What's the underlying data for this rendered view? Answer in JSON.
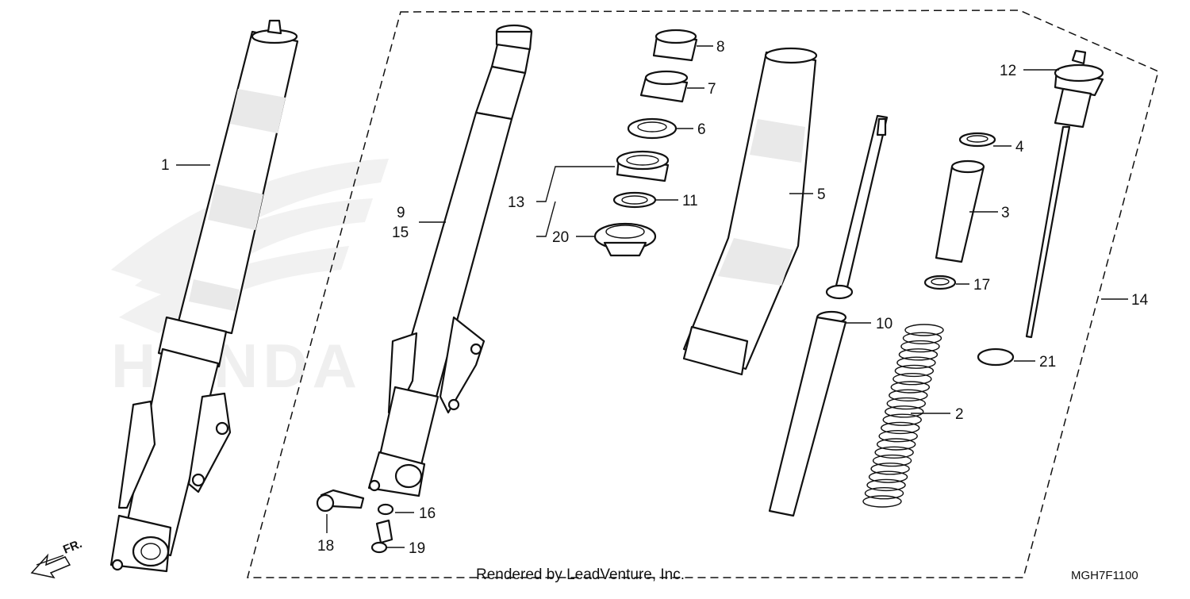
{
  "diagram": {
    "callouts": [
      {
        "id": "c1",
        "label": "1"
      },
      {
        "id": "c2",
        "label": "2"
      },
      {
        "id": "c3",
        "label": "3"
      },
      {
        "id": "c4",
        "label": "4"
      },
      {
        "id": "c5",
        "label": "5"
      },
      {
        "id": "c6",
        "label": "6"
      },
      {
        "id": "c7",
        "label": "7"
      },
      {
        "id": "c8",
        "label": "8"
      },
      {
        "id": "c9",
        "label": "9"
      },
      {
        "id": "c10",
        "label": "10"
      },
      {
        "id": "c11",
        "label": "11"
      },
      {
        "id": "c12",
        "label": "12"
      },
      {
        "id": "c13",
        "label": "13"
      },
      {
        "id": "c14",
        "label": "14"
      },
      {
        "id": "c15",
        "label": "15"
      },
      {
        "id": "c16",
        "label": "16"
      },
      {
        "id": "c17",
        "label": "17"
      },
      {
        "id": "c18",
        "label": "18"
      },
      {
        "id": "c19",
        "label": "19"
      },
      {
        "id": "c20",
        "label": "20"
      },
      {
        "id": "c21",
        "label": "21"
      }
    ],
    "front_label": "FR.",
    "watermark": "HONDA",
    "credit": "Rendered by LeadVenture, Inc.",
    "code": "MGH7F1100"
  }
}
